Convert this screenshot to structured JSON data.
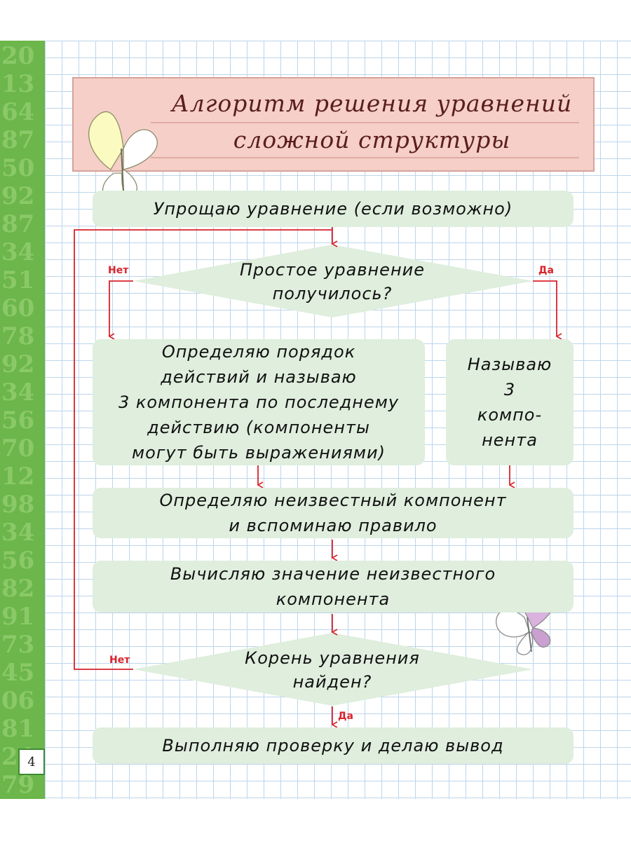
{
  "page": {
    "number": "4"
  },
  "title": {
    "line1": "Алгоритм решения уравнений",
    "line2": "сложной структуры"
  },
  "steps": {
    "simplify": "Упрощаю уравнение (если возможно)",
    "decision1": "Простое уравнение\nполучилось?",
    "determine_order": "Определяю порядок\nдействий и называю\n3 компонента по последнему\nдействию (компоненты\nмогут быть выражениями)",
    "name_components": "Называю\n3\nкомпо-\nнента",
    "determine_unknown": "Определяю неизвестный компонент\nи вспоминаю правило",
    "calculate": "Вычисляю значение неизвестного\nкомпонента",
    "decision2": "Корень уравнения\nнайден?",
    "check": "Выполняю проверку и делаю вывод"
  },
  "labels": {
    "no1": "Нет",
    "yes1": "Да",
    "no2": "Нет",
    "yes2": "Да"
  },
  "decorations": {
    "butterfly_top": "butterfly-icon",
    "butterfly_bottom": "butterfly-icon"
  },
  "colors": {
    "box_fill": "#dfeedd",
    "arrow": "#d8232a",
    "title_fill": "#f5cfc8",
    "strip": "#6cb64b"
  }
}
